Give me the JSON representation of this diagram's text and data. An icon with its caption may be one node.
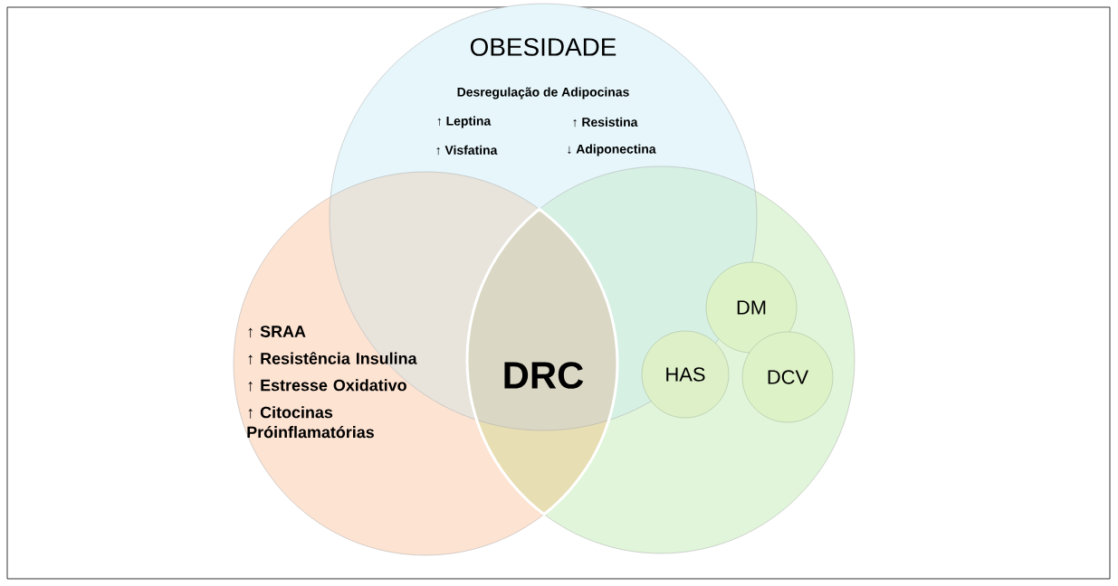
{
  "diagram": {
    "nodes": [
      {
        "text": [
          "OBESIDADE",
          "Desregulação de Adipocinas",
          "↑ Leptina",
          "↑ Resistina",
          "↑ Visfatina",
          "↓ Adiponectina"
        ]
      },
      {
        "text": [
          "↑ SRAA",
          "↑ Resistência Insulina",
          "↑ Estresse Oxidativo",
          "↑ Citocinas Próinflamatórias"
        ]
      },
      {
        "text": [],
        "shape": "circle"
      },
      {
        "text": [
          "DRC"
        ]
      },
      {
        "text": [
          "DM"
        ],
        "in": 2
      },
      {
        "text": [
          "HAS"
        ]
      },
      {
        "text": [
          "DCV"
        ],
        "in": 2
      }
    ]
  }
}
